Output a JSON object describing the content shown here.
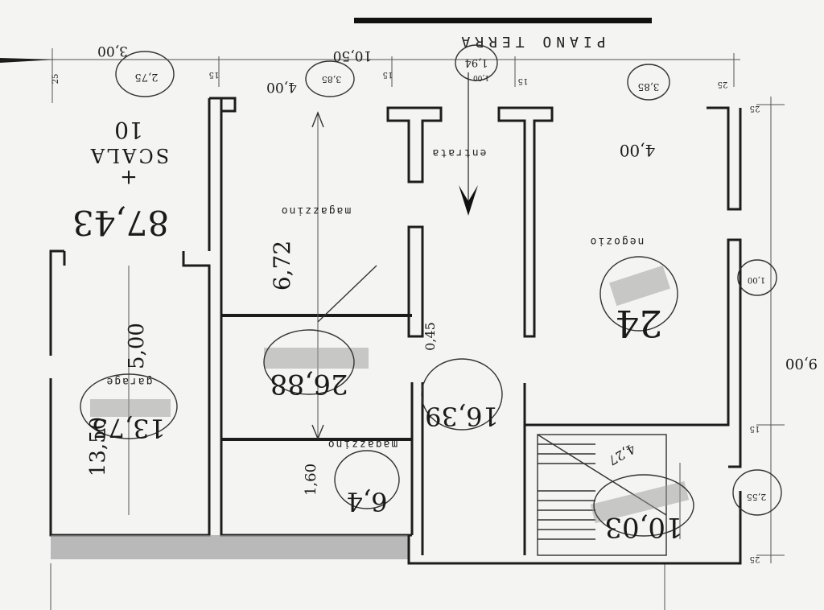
{
  "title": "PIANO TERRA",
  "annotation_total": {
    "area": "87,43",
    "plus": "+",
    "scala": "SCALA",
    "scala_value": "10"
  },
  "rooms": [
    {
      "key": "magazzino",
      "label": "magazzino"
    },
    {
      "key": "magazzino2",
      "label": "magazzino"
    },
    {
      "key": "negozio",
      "label": "negozio"
    },
    {
      "key": "entrata",
      "label": "entrata"
    },
    {
      "key": "garage",
      "label": "garage"
    }
  ],
  "areas": {
    "magazzino": "26,88",
    "disimpegno": "16,39",
    "magazzino2": "6,4",
    "negozio": "24",
    "stairs": "10,03",
    "garage": "13,75"
  },
  "dimensions": {
    "top_width": "10,50",
    "top_left": "3,00",
    "top_left_circle": "2,75",
    "top_mid_circle": "3,85",
    "top_mid": "4,00",
    "top_entry": "1,94",
    "top_entry_small": "1,00",
    "top_right_circle": "3,85",
    "right_height": "9,00",
    "right_circle_a": "1,00",
    "right_circle_b": "2,55",
    "magazzino_height": "6,72",
    "magazzino_small": "1,60",
    "negozio_width": "4,00",
    "garage_height": "5,00",
    "garage_area_note": "13,50",
    "door_width": "0,45",
    "stair_note": "4,27",
    "wall_15_a": "15",
    "wall_15_b": "15",
    "wall_15_c": "15",
    "wall_15_d": "15",
    "wall_25_a": "25",
    "wall_25_b": "25",
    "wall_25_c": "25",
    "wall_25_d": "25"
  },
  "colors": {
    "ink": "#1c1c1c",
    "paper": "#f4f4f2",
    "shade": "#9a9a9a"
  }
}
